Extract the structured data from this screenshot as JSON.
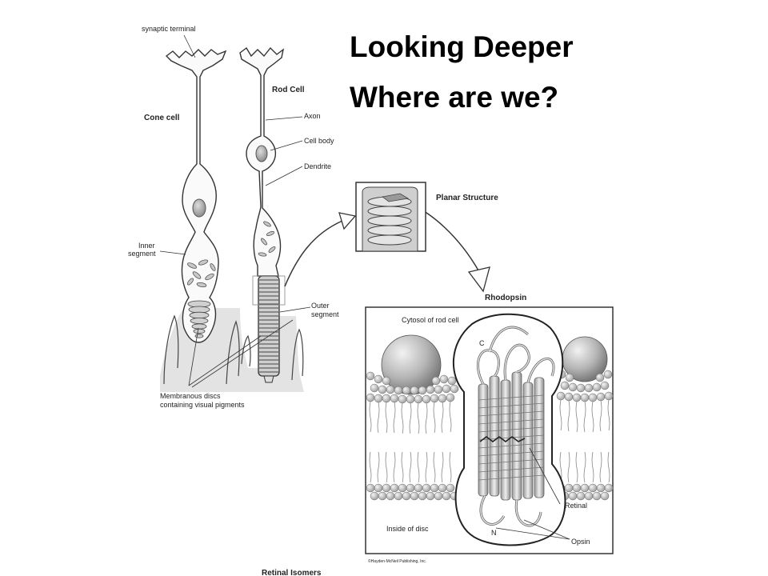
{
  "slide": {
    "title": "Looking Deeper",
    "subtitle": "Where are we?"
  },
  "cell_diagram": {
    "synaptic_terminal": "synaptic terminal",
    "cone_cell": "Cone cell",
    "rod_cell": "Rod Cell",
    "axon": "Axon",
    "cell_body": "Cell body",
    "dendrite": "Dendrite",
    "inner_segment_line1": "Inner",
    "inner_segment_line2": "segment",
    "outer_segment_line1": "Outer",
    "outer_segment_line2": "segment",
    "membranous_line1": "Membranous discs",
    "membranous_line2": "containing visual pigments"
  },
  "planar": {
    "label": "Planar Structure"
  },
  "rhodopsin": {
    "title": "Rhodopsin",
    "cytosol": "Cytosol of rod cell",
    "c_terminus": "C",
    "n_terminus": "N",
    "retinal": "Retinal",
    "inside_disc": "Inside of disc",
    "opsin": "Opsin",
    "copyright": "©Hayden-McNeil Publishing, Inc."
  },
  "footer": {
    "retinal_isomers": "Retinal Isomers"
  }
}
